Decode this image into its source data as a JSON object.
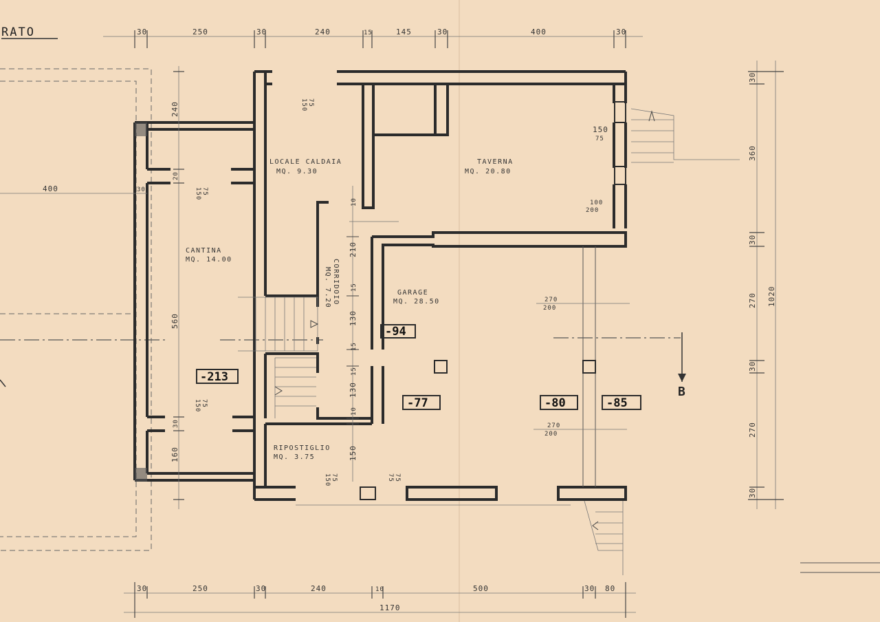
{
  "title": "RATO",
  "rooms": {
    "locale_caldaia": {
      "name": "LOCALE CALDAIA",
      "area": "MQ. 9.30"
    },
    "taverna": {
      "name": "TAVERNA",
      "area": "MQ. 20.80"
    },
    "cantina": {
      "name": "CANTINA",
      "area": "MQ. 14.00"
    },
    "corridoio": {
      "name": "CORRIDOIO",
      "area": "MQ. 7.20"
    },
    "garage": {
      "name": "GARAGE",
      "area": "MQ. 28.50"
    },
    "ripostiglio": {
      "name": "RIPOSTIGLIO",
      "area": "MQ. 3.75"
    }
  },
  "levels": {
    "cantina": "-213",
    "corridoio": "-94",
    "garage": "-77",
    "garage_right": "-80",
    "outside": "-85"
  },
  "section_marker": "B",
  "top_dims": [
    "30",
    "250",
    "30",
    "240",
    "15",
    "145",
    "30",
    "400",
    "30"
  ],
  "bottom_dims": [
    "30",
    "250",
    "30",
    "240",
    "10",
    "500",
    "30",
    "80"
  ],
  "bottom_total": "1170",
  "right_dims": [
    "30",
    "360",
    "30",
    "270",
    "30",
    "270",
    "30"
  ],
  "right_total": "1020",
  "left_vertical_dims": [
    "240",
    "20",
    "560",
    "30",
    "160"
  ],
  "left_dim": "400",
  "left_wall_dim": "30",
  "opening_dims": {
    "caldaia_window": [
      "150",
      "75"
    ],
    "taverna_window": [
      "150",
      "75"
    ],
    "taverna_door": [
      "100",
      "200"
    ],
    "cantina_window_top": [
      "150",
      "75"
    ],
    "cantina_window_bottom": [
      "150",
      "75"
    ],
    "garage_door_top": [
      "270",
      "200"
    ],
    "garage_door_bottom": [
      "270",
      "200"
    ],
    "ripostiglio_window_a": [
      "150",
      "75"
    ],
    "ripostiglio_window_b": [
      "75",
      "75"
    ]
  },
  "corridor_dims": [
    "10",
    "210",
    "15",
    "130",
    "15",
    "15",
    "130",
    "10",
    "150"
  ]
}
